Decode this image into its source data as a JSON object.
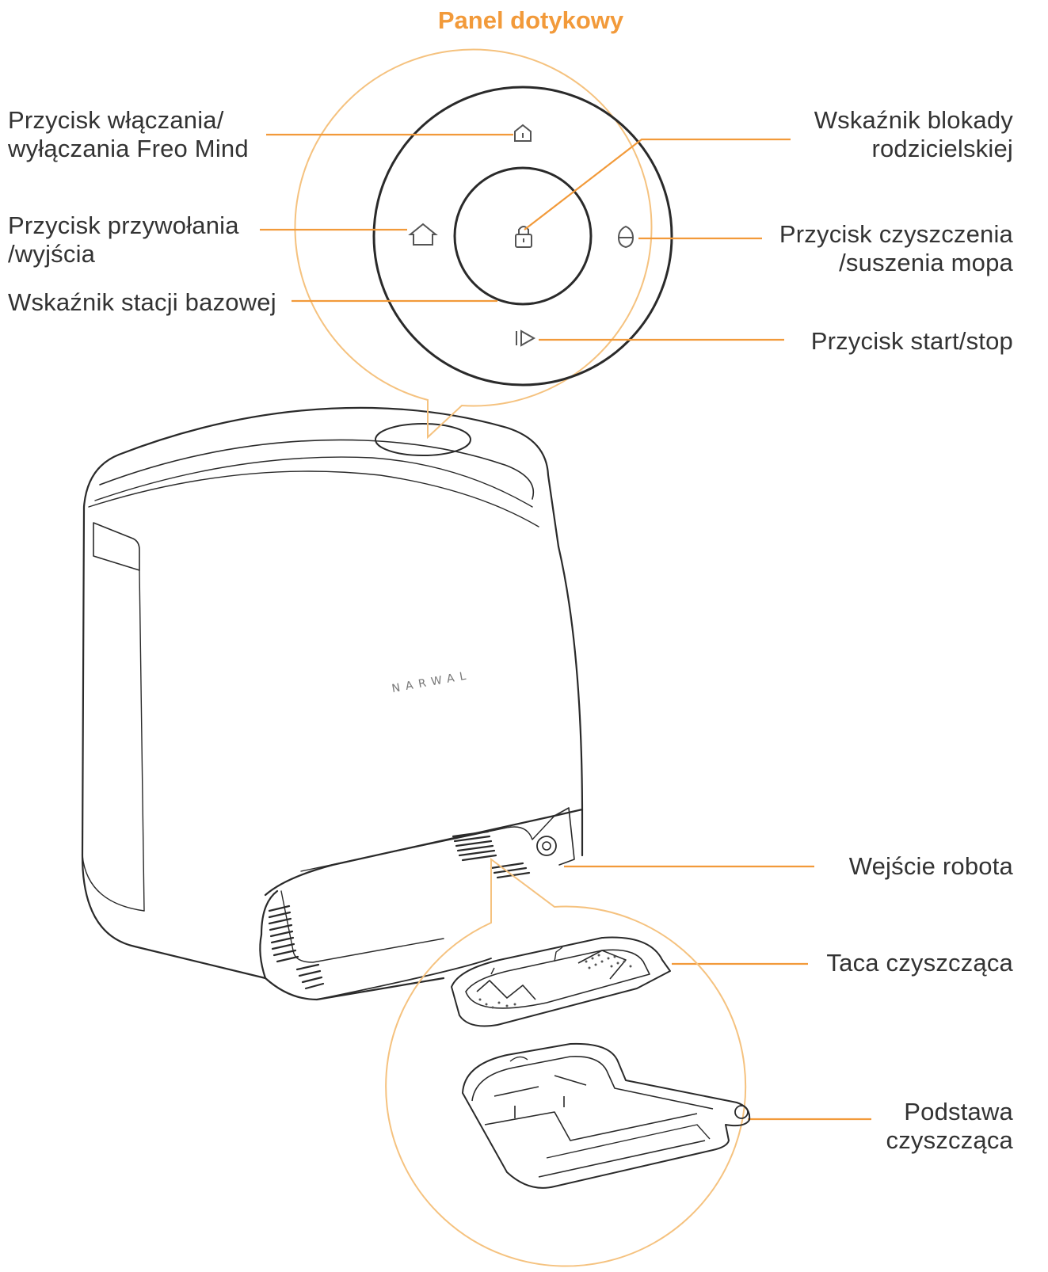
{
  "title": "Panel dotykowy",
  "brand": "NARWAL",
  "accent_color": "#F29A3A",
  "line_color": "#2a2a2a",
  "labels": {
    "power": [
      "Przycisk włączania/",
      "wyłączania Freo Mind"
    ],
    "recall": [
      "Przycisk przywołania",
      "/wyjścia"
    ],
    "base_indicator": "Wskaźnik stacji bazowej",
    "child_lock": [
      "Wskaźnik blokady",
      "rodzicielskiej"
    ],
    "mop_clean": [
      "Przycisk czyszczenia",
      "/suszenia mopa"
    ],
    "start_stop": "Przycisk start/stop",
    "robot_entry": "Wejście robota",
    "cleaning_tray": "Taca czyszcząca",
    "cleaning_base": [
      "Podstawa",
      "czyszcząca"
    ]
  },
  "icons": [
    "power-icon",
    "home-icon",
    "lock-icon",
    "mop-icon",
    "play-icon"
  ]
}
